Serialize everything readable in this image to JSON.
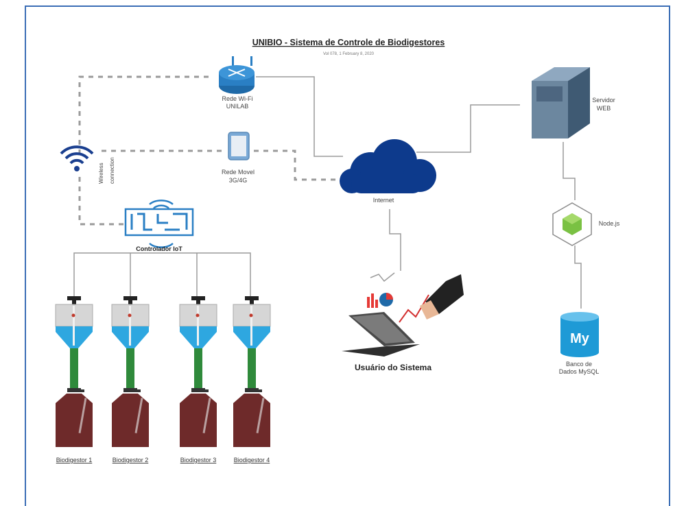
{
  "header": {
    "title": "UNIBIO - Sistema de Controle de Biodigestores",
    "subtitle": "Vol 078, 1 February 8, 2020"
  },
  "nodes": {
    "router_label_1": "Rede Wi-Fi",
    "router_label_2": "UNILAB",
    "mobile_label_1": "Rede Movel",
    "mobile_label_2": "3G/4G",
    "wireless_label_1": "Wireless",
    "wireless_label_2": "connection",
    "controller_label": "Controlador IoT",
    "internet_label": "Internet",
    "server_label_1": "Servidor",
    "server_label_2": "WEB",
    "nodejs_label": "Node.js",
    "db_label_1": "Banco de",
    "db_label_2": "Dados MySQL",
    "db_icon_text": "My",
    "user_label": "Usuário do Sistema"
  },
  "biodigestors": [
    {
      "label": "Biodigestor 1"
    },
    {
      "label": "Biodigestor 2"
    },
    {
      "label": "Biodigestor 3"
    },
    {
      "label": "Biodigestor 4"
    }
  ],
  "colors": {
    "frame": "#3a6db5",
    "router": "#2a7fc4",
    "cloud": "#0d3a8c",
    "server": "#5b7a99",
    "nodejs": "#7ac143",
    "database": "#1e9ad6",
    "liquid": "#2ea7e0",
    "pipe": "#2f8a3b",
    "tank": "#6e2a2a"
  }
}
